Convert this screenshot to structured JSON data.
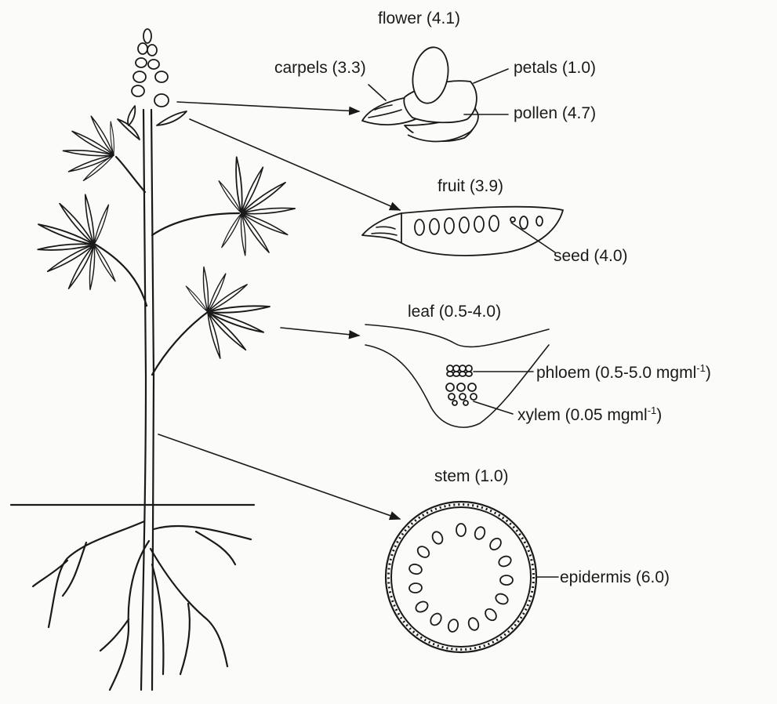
{
  "labels": {
    "flower": "flower (4.1)",
    "carpels": "carpels (3.3)",
    "petals": "petals (1.0)",
    "pollen": "pollen (4.7)",
    "fruit": "fruit (3.9)",
    "seed": "seed (4.0)",
    "leaf": "leaf (0.5-4.0)",
    "phloem": "phloem (0.5-5.0 mgml",
    "phloem_sup": "-1",
    "phloem_end": ")",
    "xylem": "xylem (0.05 mgml",
    "xylem_sup": "-1",
    "xylem_end": ")",
    "stem": "stem (1.0)",
    "epidermis": "epidermis (6.0)"
  }
}
